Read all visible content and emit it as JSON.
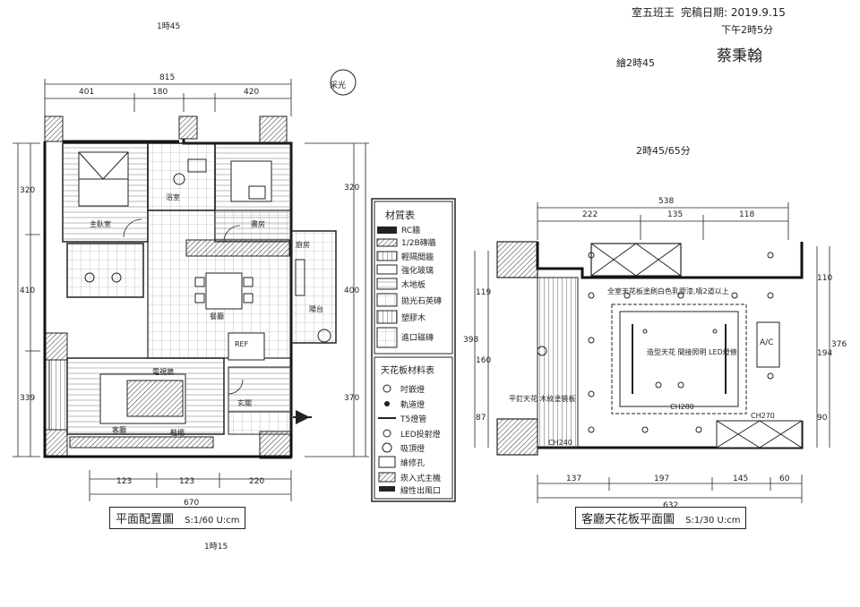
{
  "header": {
    "class_label": "室五班王",
    "completion_label": "完稿日期: 2019.9.15",
    "time_label": "下午2時5分",
    "name": "蔡秉翰",
    "draw_time_label": "繪2時45",
    "elapsed": "2時45/65分",
    "page_tick_top": "1時45",
    "page_tick_bottom": "1時15"
  },
  "floor_plan": {
    "title": "平面配置圖",
    "scale": "S:1/60 U:cm",
    "dims_top": {
      "overall": "815",
      "a": "401",
      "b": "180",
      "c": "420"
    },
    "dims_bottom": {
      "overall": "670",
      "a": "123",
      "b": "123",
      "c": "220"
    },
    "dims_left": {
      "a": "320",
      "b": "410",
      "c": "339"
    },
    "dims_right": {
      "a": "320",
      "b": "400",
      "c": "370"
    },
    "rooms": {
      "master_bed": "主臥室",
      "bath": "浴室",
      "dining": "餐廳",
      "kitchen": "廚房",
      "living": "客廳",
      "balcony": "陽台",
      "tv_wall": "電視牆",
      "entry": "玄關",
      "shoe_cab": "鞋櫃",
      "fridge": "REF",
      "study": "書房"
    },
    "annotations": {
      "hand_note": "采光"
    }
  },
  "legend_materials": {
    "title": "材質表",
    "rows": [
      "RC牆",
      "1/2B磚牆",
      "輕隔間牆",
      "強化玻璃",
      "木地板",
      "拋光石英磚",
      "塑膠木",
      "進口磁磚"
    ]
  },
  "legend_ceiling": {
    "title": "天花板材料表",
    "rows": [
      "吋嵌燈",
      "軌道燈",
      "T5燈管",
      "LED投射燈",
      "吸頂燈",
      "維修孔",
      "崁入式主機",
      "線性出風口"
    ]
  },
  "ceiling_plan": {
    "title": "客廳天花板平面圖",
    "scale": "S:1/30 U:cm",
    "dims_top": {
      "overall": "538",
      "a": "222",
      "b": "135",
      "c": "118"
    },
    "dims_bottom": {
      "overall": "632",
      "a": "137",
      "b": "197",
      "c": "145",
      "d": "60"
    },
    "dims_left": {
      "a": "119",
      "b": "160",
      "c": "87"
    },
    "dims_right": {
      "a": "110",
      "b": "194",
      "c": "90"
    },
    "overall_right": "376",
    "overall_left": "398",
    "notes": {
      "top_note": "全室天花板塗刷白色乳膠漆,噴2道以上",
      "center_note": "造型天花 間接照明 LED燈條",
      "left_note": "平釘天花 木紋塗裝板",
      "ac": "A/C",
      "ch_1": "CH280",
      "ch_2": "CH240",
      "ch_3": "CH270"
    }
  }
}
